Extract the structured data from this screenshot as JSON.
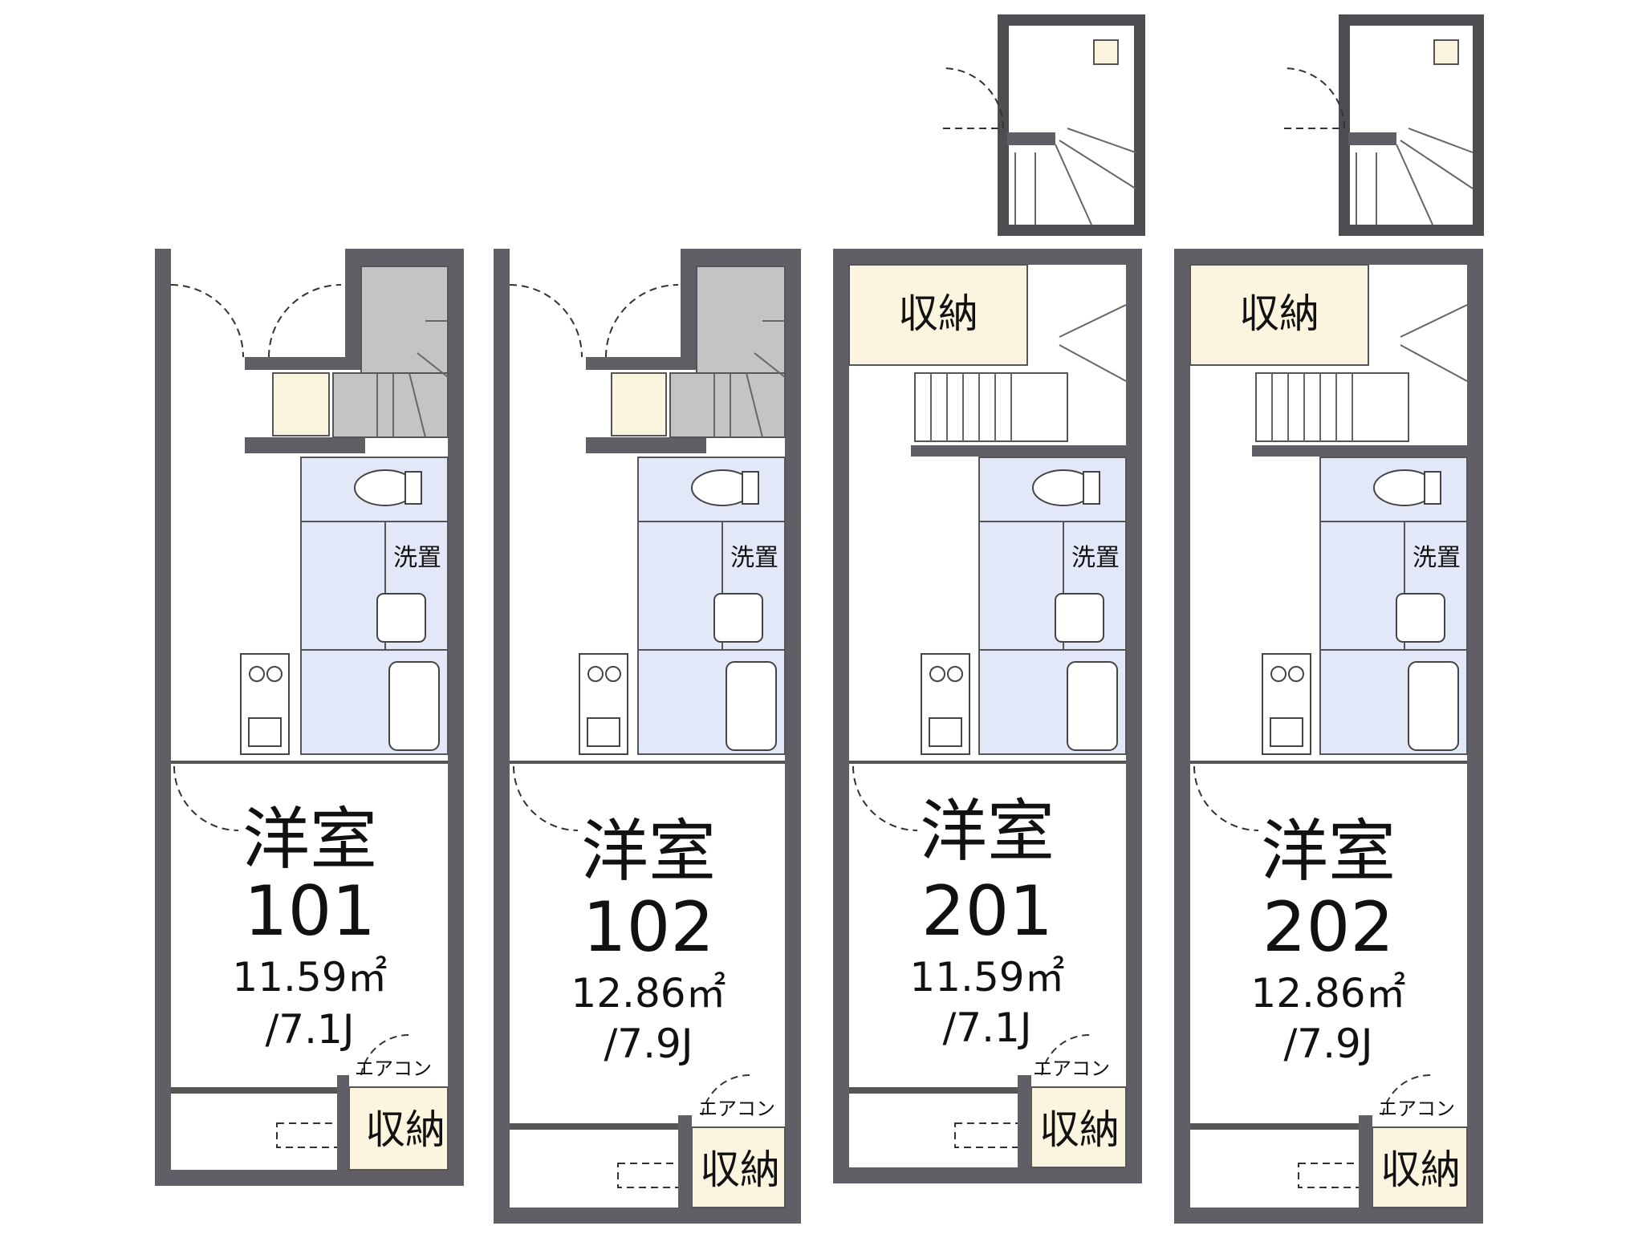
{
  "units": [
    {
      "id": "101",
      "room": "洋室",
      "number": "101",
      "area": "11.59㎡",
      "jo": "/7.1J",
      "storage": "収納",
      "aircon": "エアコン",
      "washer": "洗置"
    },
    {
      "id": "102",
      "room": "洋室",
      "number": "102",
      "area": "12.86㎡",
      "jo": "/7.9J",
      "storage": "収納",
      "aircon": "エアコン",
      "washer": "洗置"
    },
    {
      "id": "201",
      "room": "洋室",
      "number": "201",
      "area": "11.59㎡",
      "jo": "/7.1J",
      "storage": "収納",
      "loft_storage": "収納",
      "aircon": "エアコン",
      "washer": "洗置"
    },
    {
      "id": "202",
      "room": "洋室",
      "number": "202",
      "area": "12.86㎡",
      "jo": "/7.9J",
      "storage": "収納",
      "loft_storage": "収納",
      "aircon": "エアコン",
      "washer": "洗置"
    }
  ],
  "colors": {
    "wall": "#5f5f65",
    "wet_area": "#e3e8f8",
    "storage": "#fbf4de",
    "stair_shade": "#c4c4c4"
  }
}
